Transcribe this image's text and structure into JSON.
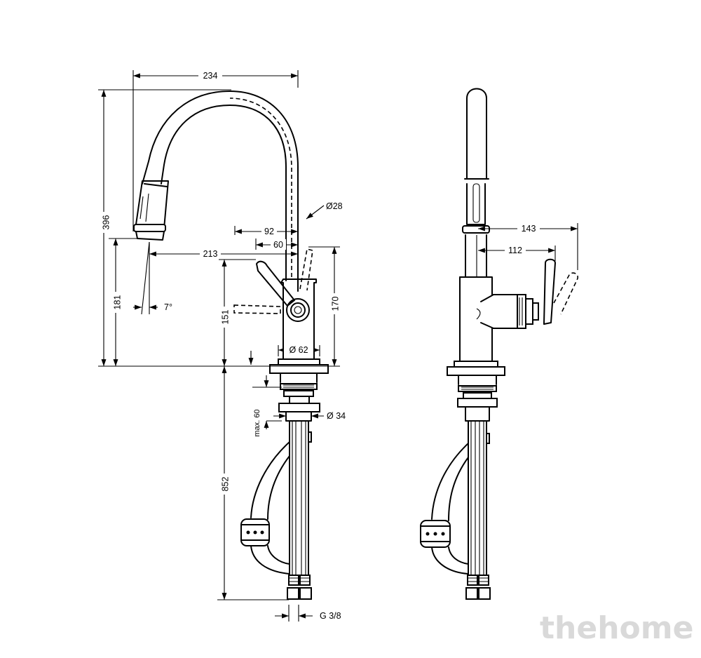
{
  "dimensions": {
    "width_total": "234",
    "height_spout": "396",
    "spout_diameter": "Ø28",
    "handle_reach_92": "92",
    "handle_reach_60": "60",
    "spout_reach": "213",
    "height_181": "181",
    "angle": "7°",
    "height_151": "151",
    "height_170": "170",
    "base_diameter": "Ø 62",
    "max_deck": "max. 60",
    "hole_diameter": "Ø  34",
    "hose_length": "852",
    "connection": "G  3/8",
    "side_reach_143": "143",
    "side_reach_112": "112"
  },
  "watermark": "thehome"
}
